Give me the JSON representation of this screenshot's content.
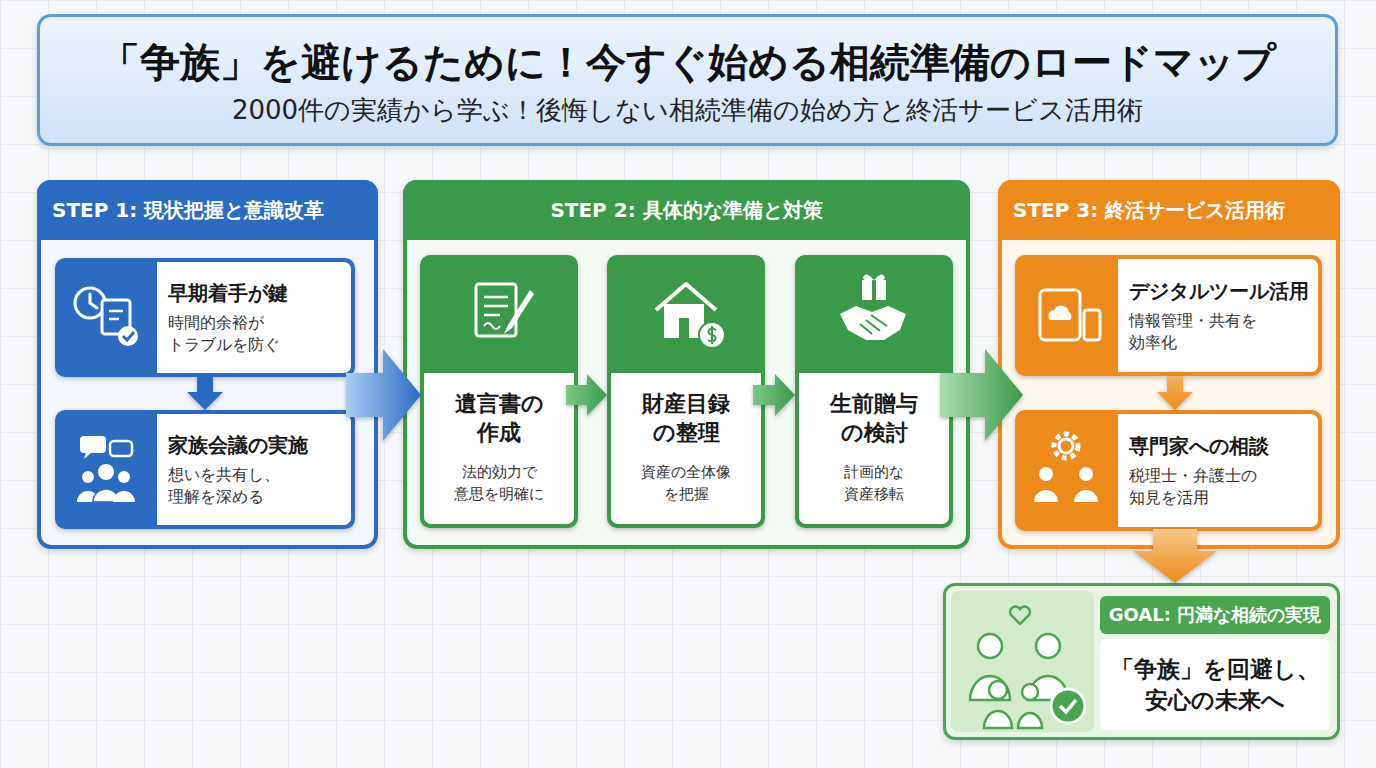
{
  "diagram": {
    "title": "「争族」を避けるために！今すぐ始める相続準備のロードマップ",
    "nodes": [
      {
        "text": [
          "STEP 1: 現状把握と意識改革"
        ]
      },
      {
        "text": [
          "早期着手が鍵",
          "時間的余裕が トラブルを防ぐ"
        ],
        "in": 0
      },
      {
        "text": [
          "家族会議の実施",
          "想いを共有し、 理解を深める"
        ],
        "in": 0
      },
      {
        "text": [
          "STEP 2: 具体的な準備と対策"
        ]
      },
      {
        "text": [
          "遺言書の 作成",
          "法的効力で 意思を明確に"
        ],
        "in": 3
      },
      {
        "text": [
          "財産目録 の整理",
          "資産の全体像 を把握"
        ],
        "in": 3
      },
      {
        "text": [
          "生前贈与 の検討",
          "計画的な 資産移転"
        ],
        "in": 3
      },
      {
        "text": [
          "STEP 3: 終活サービス活用術"
        ]
      },
      {
        "text": [
          "デジタルツール活用",
          "情報管理・共有を 効率化"
        ],
        "in": 7
      },
      {
        "text": [
          "専門家への相談",
          "税理士・弁護士の 知見を活用"
        ],
        "in": 7
      },
      {
        "text": [
          "GOAL: 円満な相続の実現",
          "「争族」を回避し、 安心の未来へ"
        ]
      }
    ],
    "edges": [
      {
        "from": 1,
        "to": 2,
        "arrow": "to"
      },
      {
        "from": 0,
        "to": 3,
        "arrow": "to"
      },
      {
        "from": 4,
        "to": 5,
        "arrow": "to"
      },
      {
        "from": 5,
        "to": 6,
        "arrow": "to"
      },
      {
        "from": 3,
        "to": 7,
        "arrow": "to"
      },
      {
        "from": 8,
        "to": 9,
        "arrow": "to"
      },
      {
        "from": 7,
        "to": 10,
        "arrow": "to"
      }
    ],
    "labels": [
      "2000件の実績から学ぶ！後悔しない相続準備の始め方と終活サービス活用術"
    ]
  }
}
